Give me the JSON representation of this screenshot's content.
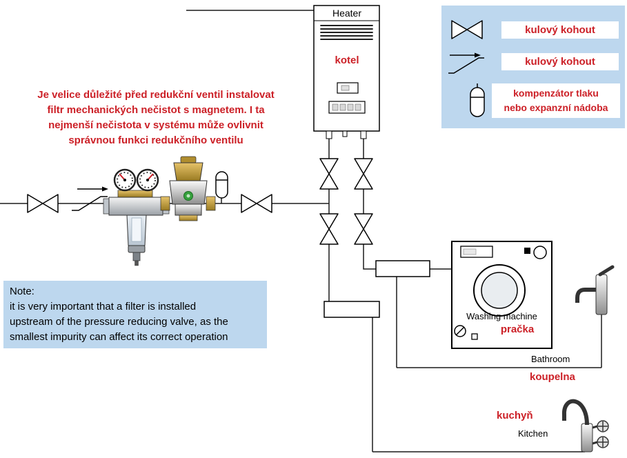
{
  "colors": {
    "accent_red": "#cc2027",
    "panel_blue": "#bdd7ee",
    "line_black": "#000000",
    "valve_indicator_green": "#35a03c",
    "brass": "#c9a758"
  },
  "warning": {
    "line1": "Je velice důležité před redukční ventil instalovat",
    "line2": "filtr mechanických nečistot s magnetem. I ta",
    "line3": "nejmenší nečistota v systému může ovlivnit",
    "line4": "správnou funkci redukčního ventilu"
  },
  "note": {
    "title": "Note:",
    "line1": "it is very important that a filter is installed",
    "line2": "upstream of the pressure reducing valve, as the",
    "line3": "smallest impurity can affect its correct operation"
  },
  "heater": {
    "title": "Heater",
    "label_cz": "kotel"
  },
  "legend": {
    "items": [
      {
        "icon": "ball-valve-icon",
        "label": "kulový kohout"
      },
      {
        "icon": "check-valve-icon",
        "label": "kulový kohout"
      },
      {
        "icon": "expansion-vessel-icon",
        "label_line1": "kompenzátor tlaku",
        "label_line2": "nebo expanzní nádoba"
      }
    ]
  },
  "washing_machine": {
    "label_en": "Washing machine",
    "label_cz": "pračka"
  },
  "rooms": {
    "bathroom_en": "Bathroom",
    "bathroom_cz": "koupelna",
    "kitchen_cz": "kuchyň",
    "kitchen_en": "Kitchen"
  }
}
